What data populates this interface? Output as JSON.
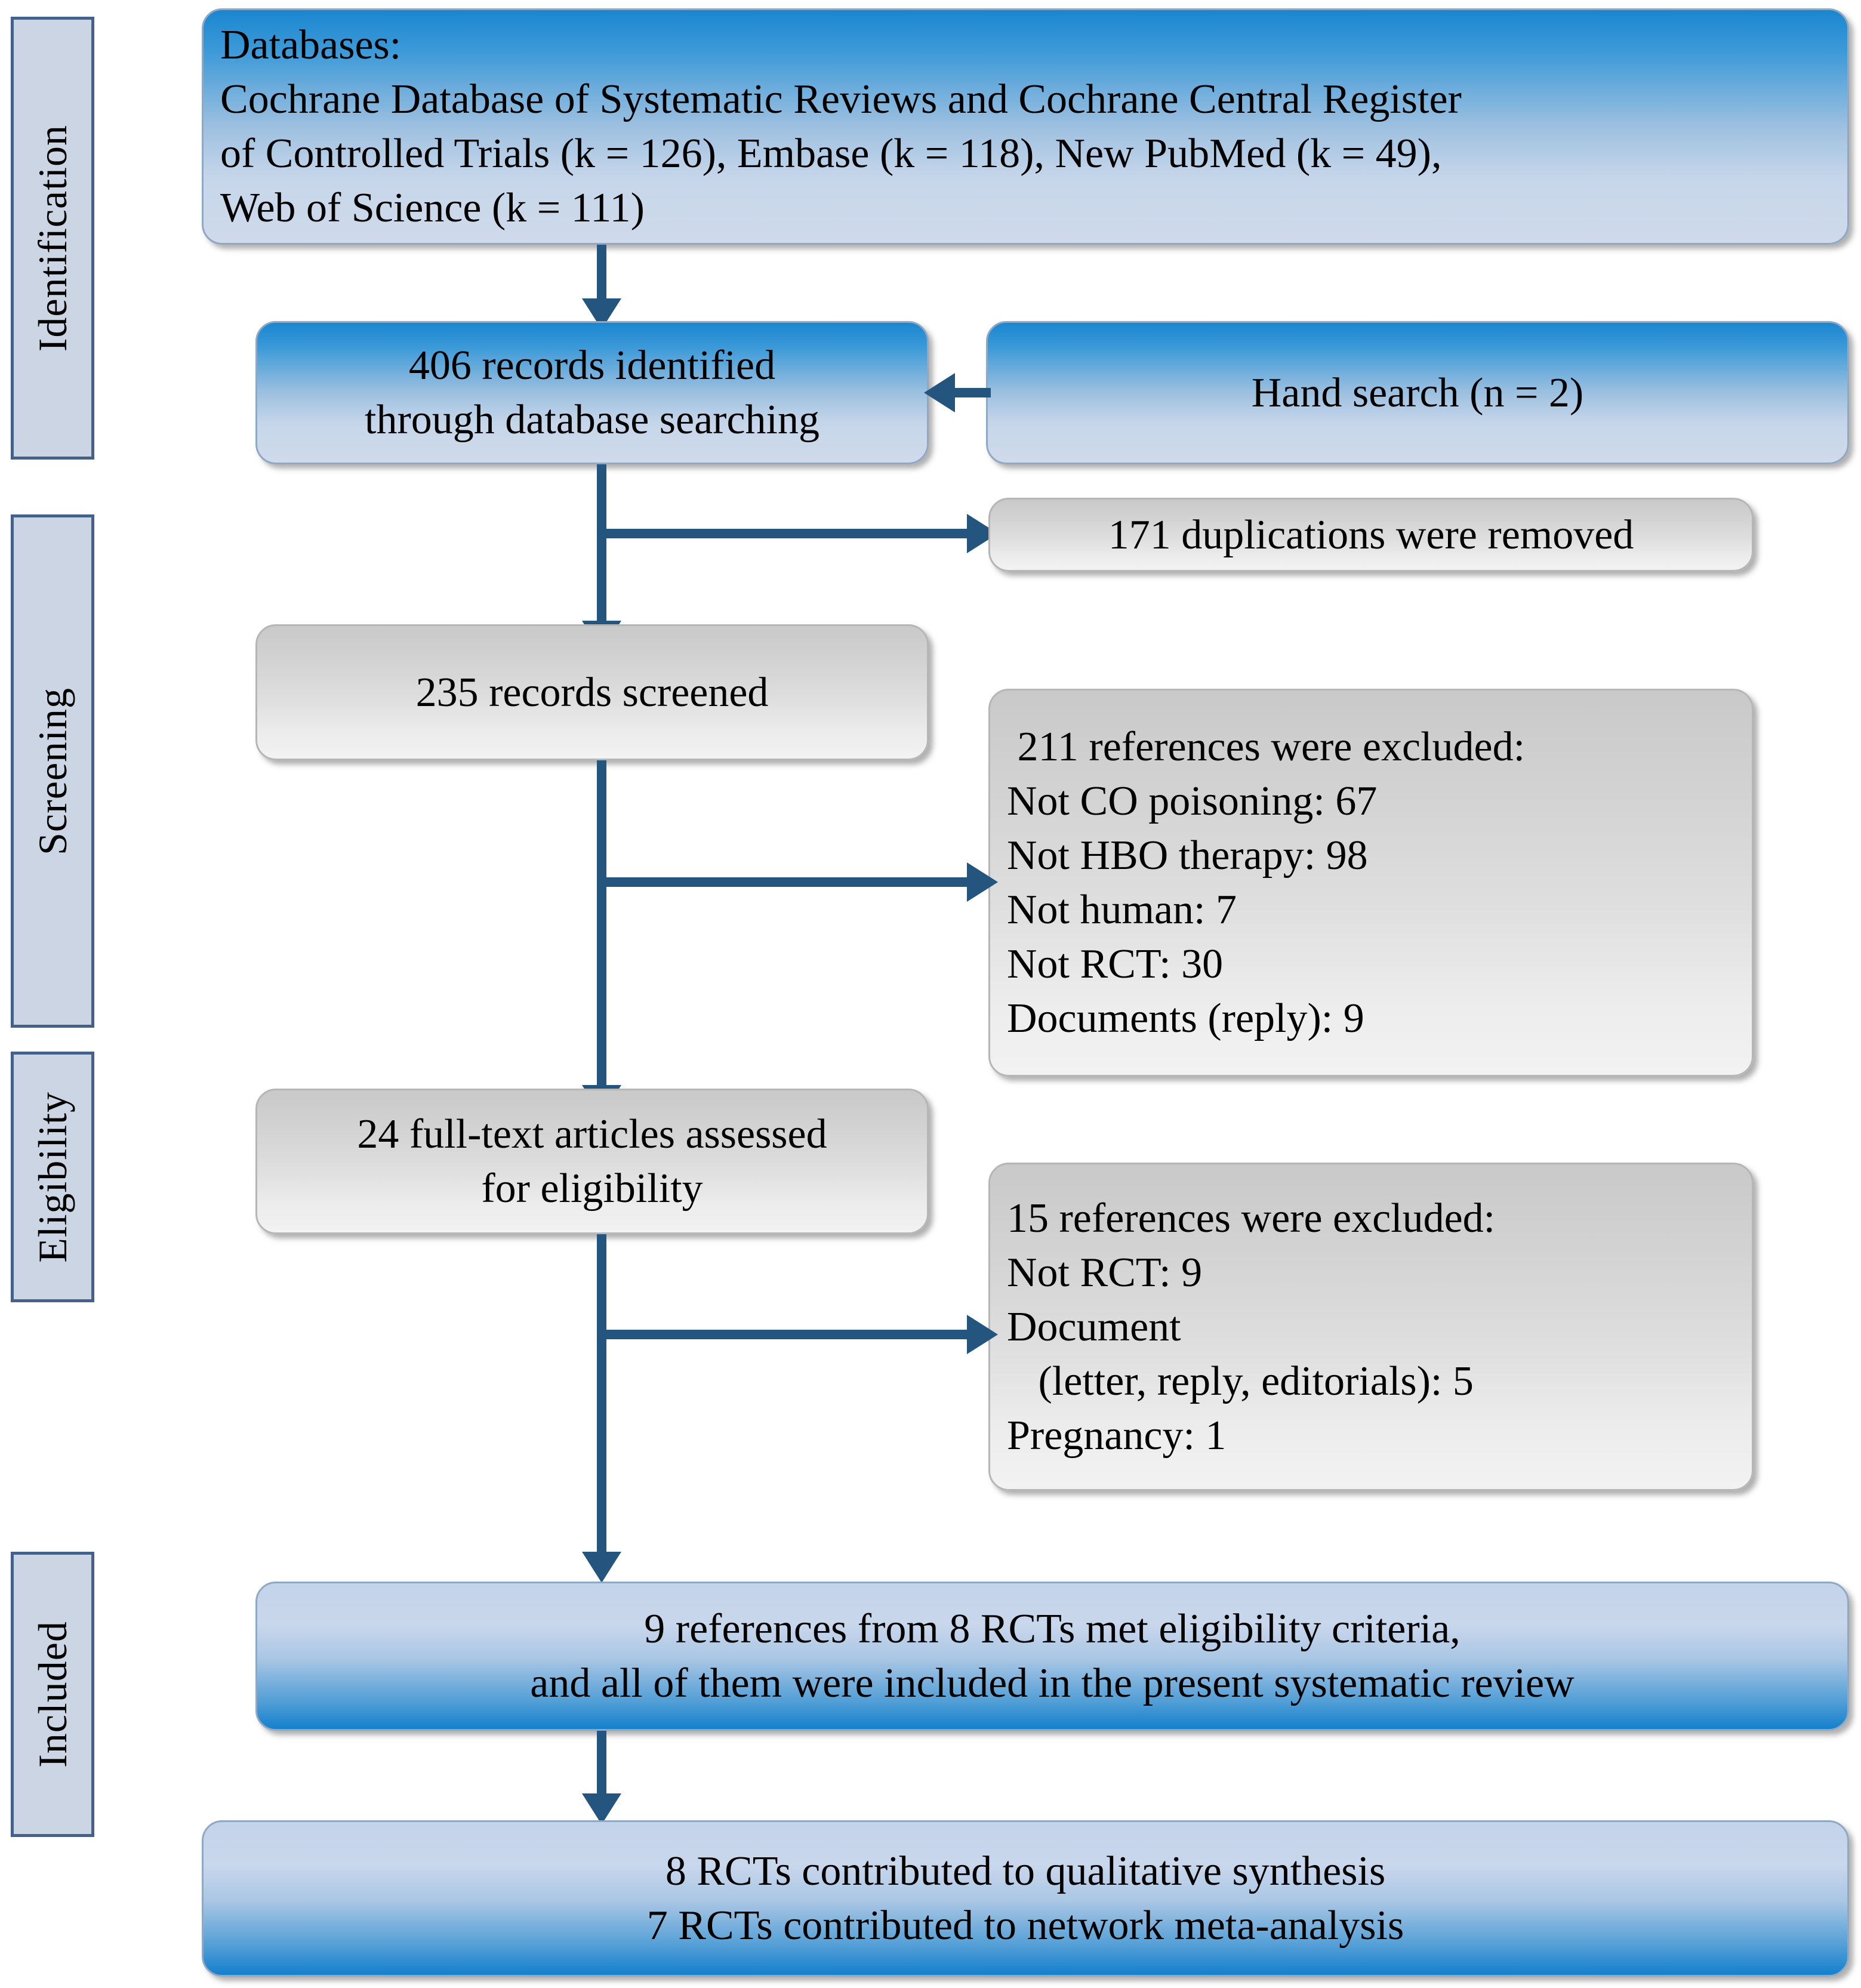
{
  "diagram": {
    "title": "PRISMA flow diagram",
    "accent_blue": "#1a86d0",
    "connector_color": "#23557f",
    "stage_label_bg": "#ccd5e4",
    "stage_label_border": "#44618a",
    "grey_box_bg": "#dedede"
  },
  "stages": [
    {
      "label": "Identification"
    },
    {
      "label": "Screening"
    },
    {
      "label": "Eligibility"
    },
    {
      "label": "Included"
    }
  ],
  "boxes": {
    "databases": {
      "name": "databases-box",
      "lines": [
        "Databases:",
        "Cochrane Database of Systematic Reviews and Cochrane Central Register",
        "of Controlled Trials (k = 126), Embase (k = 118), New PubMed (k = 49),",
        "Web of Science (k = 111)"
      ]
    },
    "records_identified": {
      "name": "records-identified-box",
      "lines": [
        "406 records identified",
        "through database searching"
      ]
    },
    "hand_search": {
      "name": "hand-search-box",
      "lines": [
        "Hand search (n = 2)"
      ]
    },
    "duplications_removed": {
      "name": "duplications-removed-box",
      "lines": [
        "171 duplications were removed"
      ]
    },
    "records_screened": {
      "name": "records-screened-box",
      "lines": [
        "235 records screened"
      ]
    },
    "screening_excluded": {
      "name": "screening-excluded-box",
      "lines": [
        " 211 references were excluded:",
        "Not CO poisoning: 67",
        "Not HBO therapy: 98",
        "Not human: 7",
        "Not RCT: 30",
        "Documents (reply): 9"
      ]
    },
    "full_text_assessed": {
      "name": "full-text-assessed-box",
      "lines": [
        "24 full-text articles assessed",
        "for eligibility"
      ]
    },
    "eligibility_excluded": {
      "name": "eligibility-excluded-box",
      "lines": [
        "15 references were excluded:",
        "Not RCT: 9",
        "Document",
        "   (letter, reply, editorials): 5",
        "Pregnancy: 1"
      ]
    },
    "included_references": {
      "name": "included-references-box",
      "lines": [
        "9 references from 8 RCTs met eligibility criteria,",
        "and all of them were included in the present systematic review"
      ]
    },
    "synthesis": {
      "name": "synthesis-box",
      "lines": [
        "8 RCTs contributed to qualitative synthesis",
        "7 RCTs contributed to network meta-analysis"
      ]
    }
  },
  "connectors": [
    {
      "name": "databases-to-records",
      "type": "arrow-down"
    },
    {
      "name": "hand-search-to-records",
      "type": "arrow-left"
    },
    {
      "name": "records-to-duplications",
      "type": "arrow-right"
    },
    {
      "name": "records-to-screened",
      "type": "arrow-down"
    },
    {
      "name": "screened-to-excluded",
      "type": "arrow-right"
    },
    {
      "name": "screened-to-fulltext",
      "type": "arrow-down"
    },
    {
      "name": "fulltext-to-excluded",
      "type": "arrow-right"
    },
    {
      "name": "fulltext-to-included",
      "type": "arrow-down"
    },
    {
      "name": "included-to-synthesis",
      "type": "arrow-down"
    }
  ]
}
